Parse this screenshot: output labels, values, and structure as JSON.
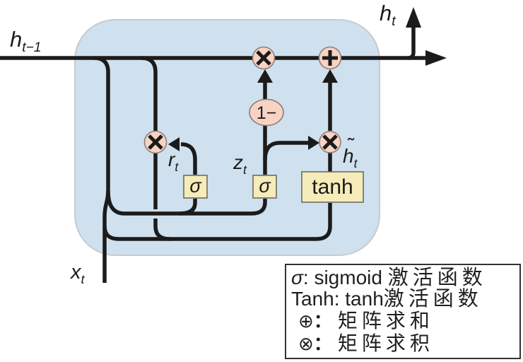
{
  "diagram": {
    "type": "GRU recurrent cell diagram",
    "labels": {
      "h_prev": {
        "base": "h",
        "sub": "t−1"
      },
      "h_out": {
        "base": "h",
        "sub": "t"
      },
      "x_in": {
        "base": "x",
        "sub": "t"
      },
      "r_gate": {
        "base": "r",
        "sub": "t"
      },
      "z_gate": {
        "base": "z",
        "sub": "t"
      },
      "h_candidate": {
        "tilde": "˜",
        "base": "h",
        "sub": "t"
      }
    },
    "nodes": {
      "one_minus": "1−",
      "sigma_r": "σ",
      "sigma_z": "σ",
      "tanh": "tanh",
      "multiply_top": "×",
      "multiply_reset": "×",
      "multiply_candidate": "×",
      "add": "+"
    },
    "colors": {
      "cell_bg": "#cfe0ee",
      "cell_border": "#c5cbd1",
      "node_fill": "#f8d3c3",
      "node_stroke": "#8e7f78",
      "box_fill": "#f6ecb9",
      "box_stroke": "#6f6b5f",
      "wire": "#1b1b1b",
      "legend_border": "#333333"
    }
  },
  "legend": {
    "rows": [
      {
        "sym": "σ",
        "mid": ": sigmoid ",
        "cjk": "激活函数"
      },
      {
        "sym": "",
        "mid": "Tanh: tanh",
        "cjk": "激活函数"
      },
      {
        "sym": "⊕",
        "mid": "：",
        "cjk": "矩阵求和"
      },
      {
        "sym": "⊗",
        "mid": "：",
        "cjk": "矩阵求积"
      }
    ]
  }
}
